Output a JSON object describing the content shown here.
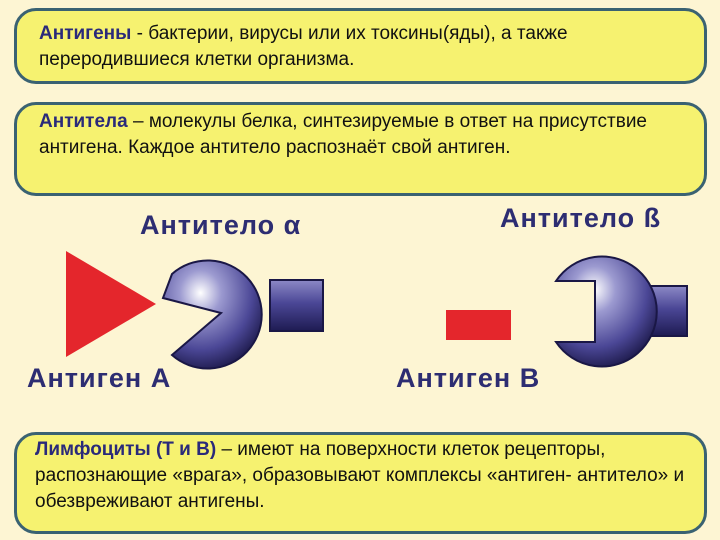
{
  "definitions": {
    "antigens": {
      "term": "Антигены",
      "text": " - бактерии, вирусы или их токсины(яды), а также переродившиеся клетки организма."
    },
    "antibodies": {
      "term": "Антитела",
      "text": " – молекулы белка, синтезируемые в ответ на присутствие антигена. Каждое антитело распознаёт свой антиген."
    },
    "lymphocytes": {
      "term": "Лимфоциты (Т и В)",
      "text": " – имеют на поверхности клеток рецепторы, распознающие «врага», образовывают комплексы «антиген- антитело» и обезвреживают антигены."
    }
  },
  "diagram": {
    "antibody_alpha": "Антитело α",
    "antibody_beta": "Антитело ß",
    "antigen_a": "Антиген А",
    "antigen_b": "Антиген В"
  },
  "colors": {
    "box_fill": "#f6f270",
    "box_border": "#3a6272",
    "antigen": "#e4262c",
    "antibody": "#4b4796",
    "label": "#2d2d72"
  }
}
